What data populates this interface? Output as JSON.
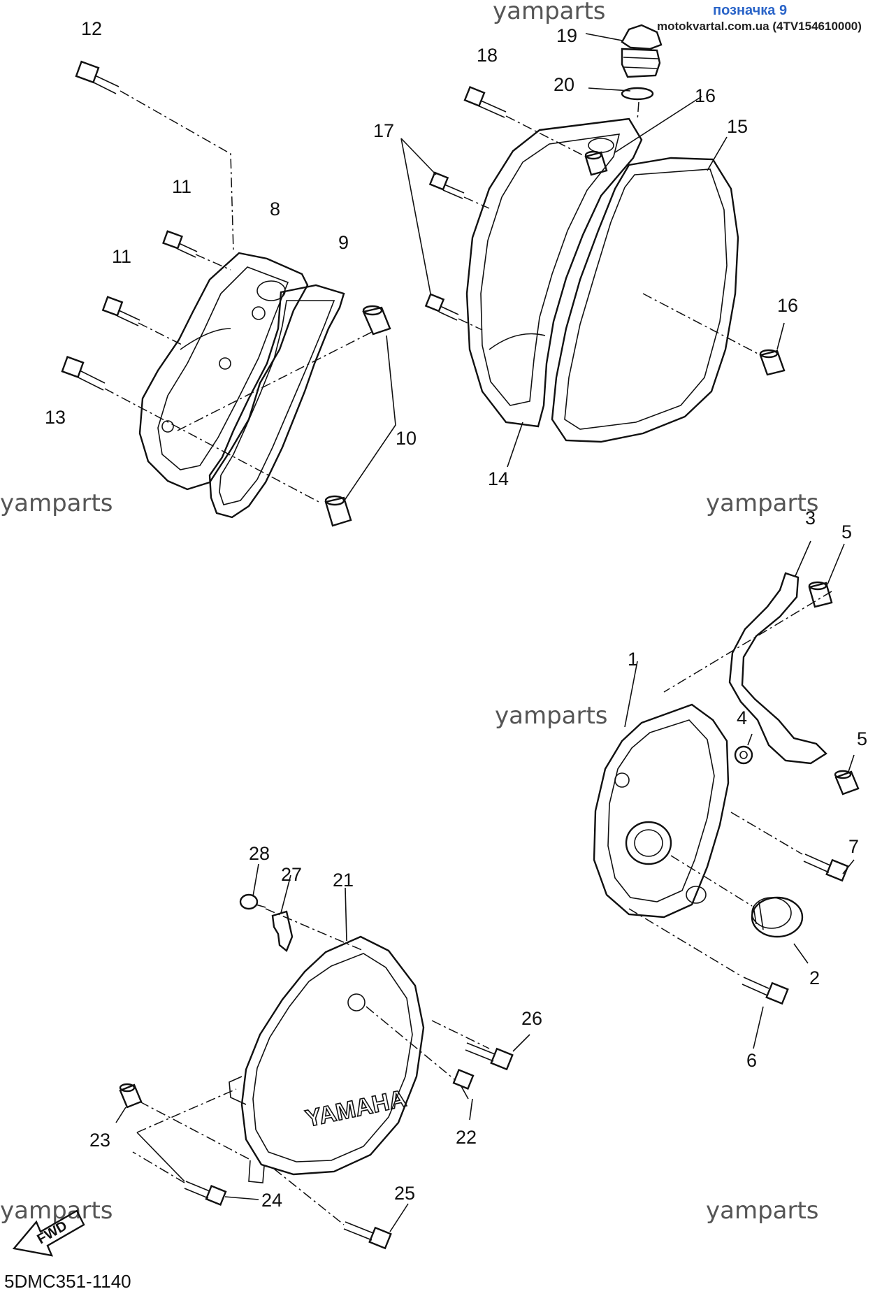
{
  "header": {
    "label": "позначка 9",
    "source": "motokvartal.com.ua (4TV154610000)"
  },
  "watermarks": [
    "yamparts",
    "yamparts",
    "yamparts",
    "yamparts",
    "yamparts",
    "yamparts"
  ],
  "diagram_code": "5DMC351-1140",
  "fwd_label": "FWD",
  "brand_on_cover": "YAMAHA",
  "callouts": {
    "c1": "1",
    "c2": "2",
    "c3": "3",
    "c4": "4",
    "c5a": "5",
    "c5b": "5",
    "c6": "6",
    "c7": "7",
    "c8": "8",
    "c9": "9",
    "c10": "10",
    "c11a": "11",
    "c11b": "11",
    "c12": "12",
    "c13": "13",
    "c14": "14",
    "c15": "15",
    "c16a": "16",
    "c16b": "16",
    "c17": "17",
    "c18": "18",
    "c19": "19",
    "c20": "20",
    "c21": "21",
    "c22": "22",
    "c23": "23",
    "c24": "24",
    "c25": "25",
    "c26": "26",
    "c27": "27",
    "c28": "28"
  }
}
